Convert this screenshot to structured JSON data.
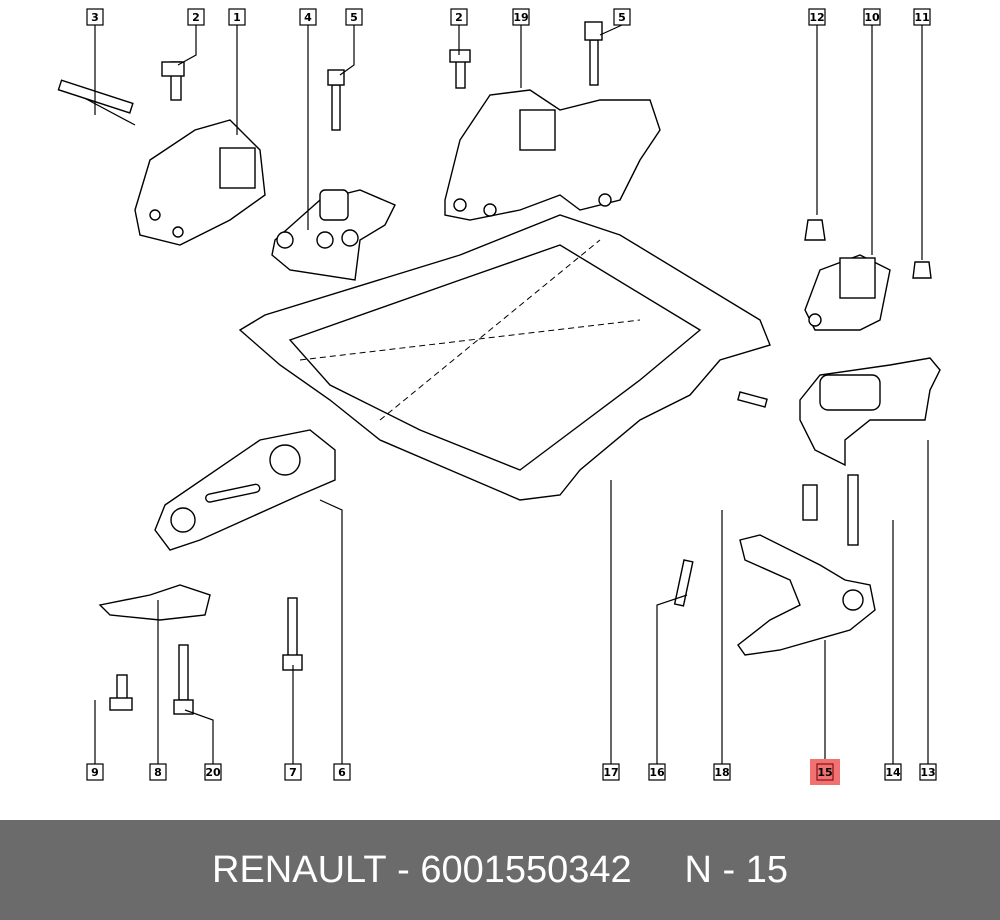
{
  "diagram": {
    "callouts_top": [
      "3",
      "2",
      "1",
      "4",
      "5",
      "2",
      "19",
      "5",
      "12",
      "10",
      "11"
    ],
    "callouts_bottom": [
      "9",
      "8",
      "20",
      "7",
      "6",
      "17",
      "16",
      "18",
      "15",
      "14",
      "13"
    ],
    "highlighted": "15",
    "highlight_color": "#f07272"
  },
  "footer": {
    "brand": "RENAULT",
    "separator": " - ",
    "part_number": "6001550342",
    "gap": "     ",
    "position": "N - 15",
    "background": "#6b6b6b"
  }
}
